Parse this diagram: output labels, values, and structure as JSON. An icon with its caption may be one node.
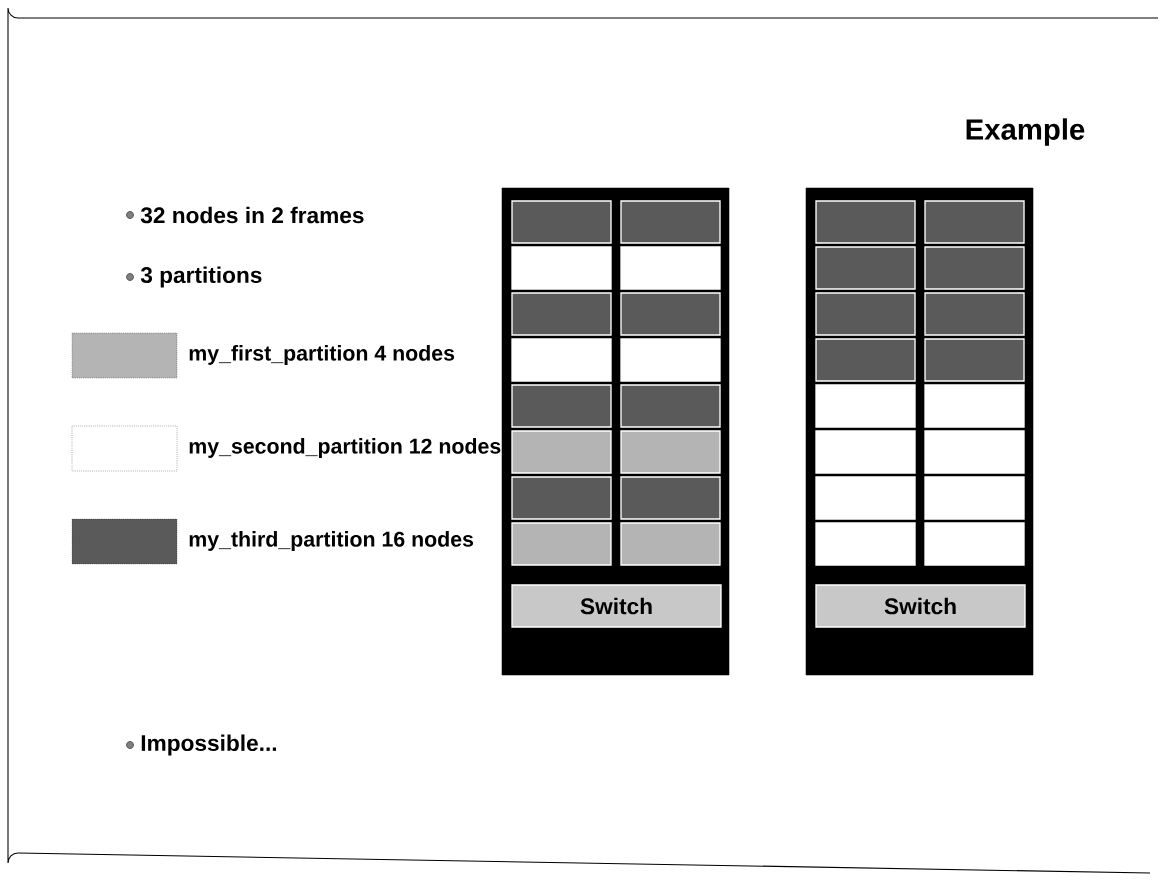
{
  "diagram": {
    "title": "Example",
    "nodes": [
      {
        "text": [],
        "shape": "box"
      },
      {
        "text": [],
        "shape": "box",
        "in": 0
      },
      {
        "text": [],
        "shape": "box",
        "in": 0
      },
      {
        "text": [],
        "shape": "box",
        "in": 0
      },
      {
        "text": [],
        "shape": "box",
        "in": 0
      },
      {
        "text": [],
        "shape": "box",
        "in": 0
      },
      {
        "text": [],
        "shape": "box",
        "in": 0
      },
      {
        "text": [],
        "shape": "box",
        "in": 0
      },
      {
        "text": [],
        "shape": "box",
        "in": 0
      },
      {
        "text": [],
        "shape": "box",
        "in": 0
      },
      {
        "text": [],
        "shape": "box",
        "in": 0
      },
      {
        "text": [],
        "shape": "box",
        "in": 0
      },
      {
        "text": [],
        "shape": "box",
        "in": 0
      },
      {
        "text": [],
        "shape": "box",
        "in": 0
      },
      {
        "text": [],
        "shape": "box",
        "in": 0
      },
      {
        "text": [],
        "shape": "box",
        "in": 0
      },
      {
        "text": [],
        "shape": "box",
        "in": 0
      },
      {
        "text": [
          "Switch"
        ],
        "in": 0
      },
      {
        "text": [],
        "shape": "box"
      },
      {
        "text": [],
        "shape": "box",
        "in": 18
      },
      {
        "text": [],
        "shape": "box",
        "in": 18
      },
      {
        "text": [],
        "shape": "box",
        "in": 18
      },
      {
        "text": [],
        "shape": "box",
        "in": 18
      },
      {
        "text": [],
        "shape": "box",
        "in": 18
      },
      {
        "text": [],
        "shape": "box",
        "in": 18
      },
      {
        "text": [],
        "shape": "box",
        "in": 18
      },
      {
        "text": [],
        "shape": "box",
        "in": 18
      },
      {
        "text": [],
        "shape": "box",
        "in": 18
      },
      {
        "text": [],
        "shape": "box",
        "in": 18
      },
      {
        "text": [],
        "shape": "box",
        "in": 18
      },
      {
        "text": [],
        "shape": "box",
        "in": 18
      },
      {
        "text": [],
        "shape": "box",
        "in": 18
      },
      {
        "text": [],
        "shape": "box",
        "in": 18
      },
      {
        "text": [],
        "shape": "box",
        "in": 18
      },
      {
        "text": [],
        "shape": "box",
        "in": 18
      },
      {
        "text": [
          "Switch"
        ],
        "in": 18
      }
    ],
    "labels": [
      "32 nodes in 2 frames",
      "3 partitions",
      "Impossible..."
    ],
    "legend": [
      {
        "text": "my_first_partition 4 nodes",
        "color": "#b4b4b4"
      },
      {
        "text": "my_second_partition 12 nodes",
        "color": "#ffffff"
      },
      {
        "text": "my_third_partition 16 nodes",
        "color": "#5a5a5a"
      }
    ]
  }
}
